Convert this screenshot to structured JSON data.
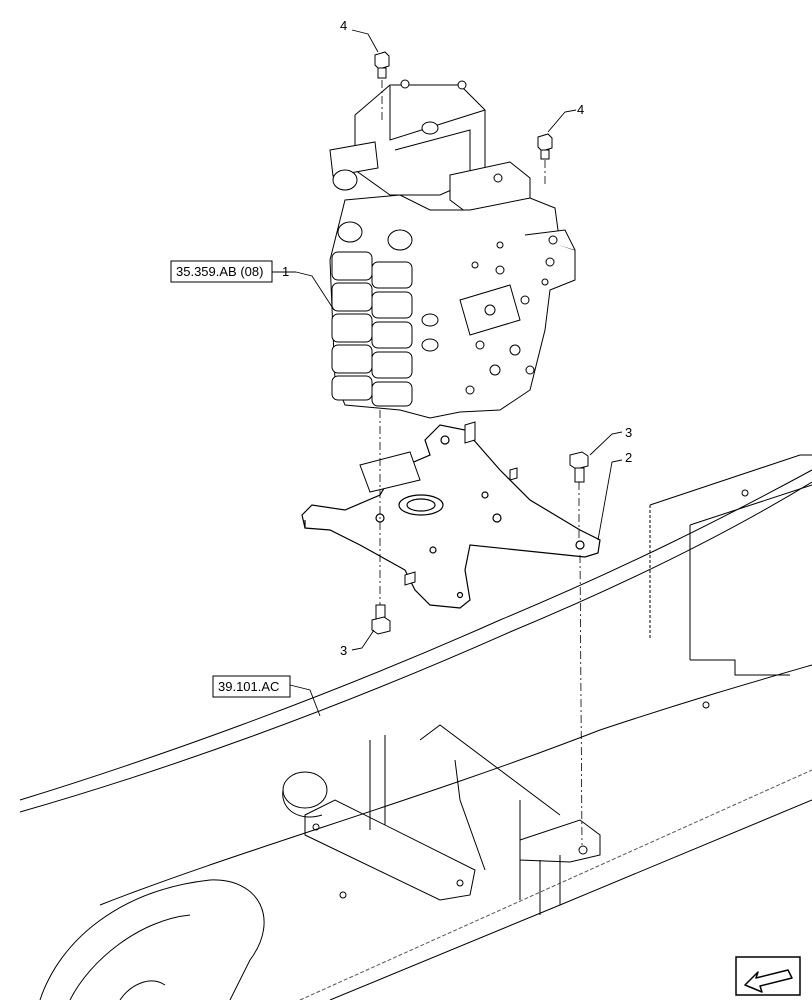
{
  "callouts": [
    {
      "id": "1",
      "text": "1"
    },
    {
      "id": "2",
      "text": "2"
    },
    {
      "id": "3a",
      "text": "3"
    },
    {
      "id": "3b",
      "text": "3"
    },
    {
      "id": "4a",
      "text": "4"
    },
    {
      "id": "4b",
      "text": "4"
    }
  ],
  "references": {
    "valve_ref": "35.359.AB (08)",
    "frame_ref": "39.101.AC"
  },
  "nav": {
    "icon": "next-page-arrow-icon"
  }
}
